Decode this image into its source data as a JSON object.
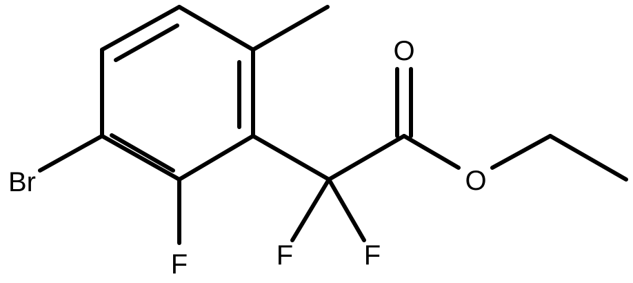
{
  "diagram": {
    "type": "chemical-structure",
    "atoms": {
      "br": "Br",
      "f_ring": "F",
      "f_left": "F",
      "f_right": "F",
      "o_carbonyl": "O",
      "o_ester": "O"
    }
  }
}
